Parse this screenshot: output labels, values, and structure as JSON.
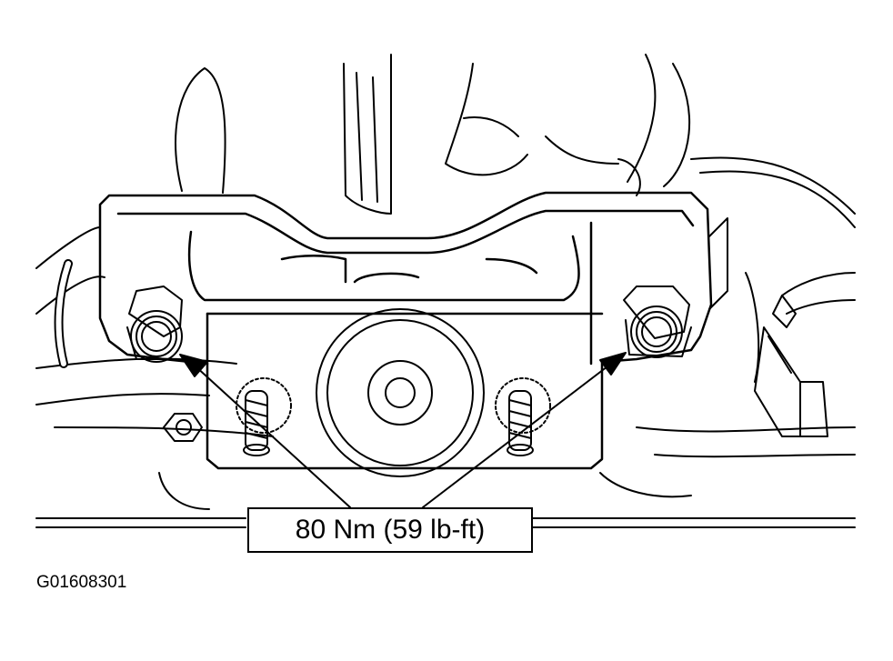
{
  "figure": {
    "torque_spec": "80 Nm (59 lb-ft)",
    "figure_id": "G01608301"
  },
  "colors": {
    "line": "#000000",
    "background": "#ffffff"
  },
  "parts": [
    "engine-mount",
    "mount-bolt",
    "mount-stud",
    "rubber-bushing",
    "wiring-harness"
  ]
}
